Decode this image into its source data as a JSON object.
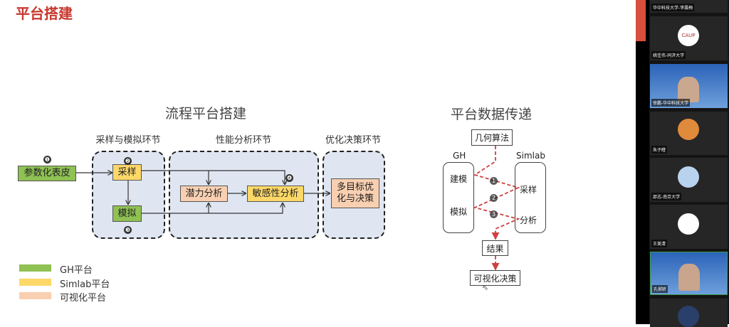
{
  "slide": {
    "title": "平台搭建",
    "left": {
      "heading": "流程平台搭建",
      "sections": [
        "采样与模拟环节",
        "性能分析环节",
        "优化决策环节"
      ],
      "nodes": {
        "param": "参数化表皮",
        "sample": "采样",
        "simulate": "模拟",
        "potential": "潜力分析",
        "sensitivity": "敏感性分析",
        "optimize": "多目标优化与决策"
      },
      "markers": [
        "❶",
        "❷",
        "❸",
        "❹"
      ]
    },
    "legend": [
      {
        "label": "GH平台",
        "color": "#8fc153"
      },
      {
        "label": "Simlab平台",
        "color": "#fdd868"
      },
      {
        "label": "可视化平台",
        "color": "#f8cfb0"
      }
    ],
    "right": {
      "heading": "平台数据传递",
      "top": "几何算法",
      "gh": "GH",
      "simlab": "Simlab",
      "gh_items": [
        "建模",
        "模拟"
      ],
      "simlab_items": [
        "采样",
        "分析"
      ],
      "result": "结果",
      "final": "可视化决策",
      "markers": [
        "1",
        "2",
        "3"
      ]
    }
  },
  "participants": [
    {
      "name": "华中科技大学-李震梅"
    },
    {
      "name": "姚佳伟-同济大学",
      "avatar": "CAUP"
    },
    {
      "name": "徐鹏-华中科技大学",
      "video": true
    },
    {
      "name": "朱子瞪"
    },
    {
      "name": "邵志-南京大学"
    },
    {
      "name": "王美清"
    },
    {
      "name": "孔郝昕",
      "video": true
    },
    {
      "name": ""
    }
  ],
  "colors": {
    "accent": "#c8372d",
    "dashed": "#d04040"
  }
}
